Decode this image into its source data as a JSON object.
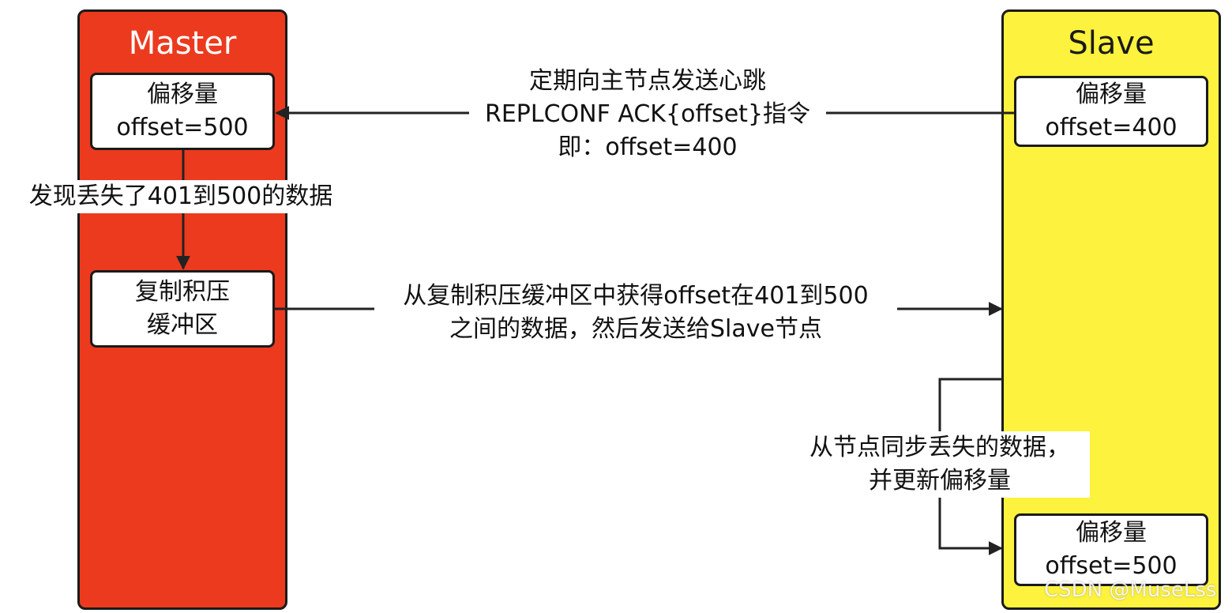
{
  "master": {
    "title": "Master",
    "offset_box": {
      "line1": "偏移量",
      "line2": "offset=500"
    },
    "backlog_box": {
      "line1": "复制积压",
      "line2": "缓冲区"
    }
  },
  "slave": {
    "title": "Slave",
    "offset_box_top": {
      "line1": "偏移量",
      "line2": "offset=400"
    },
    "offset_box_bottom": {
      "line1": "偏移量",
      "line2": "offset=500"
    }
  },
  "labels": {
    "heartbeat": {
      "line1": "定期向主节点发送心跳",
      "line2": "REPLCONF ACK{offset}指令",
      "line3": "即：offset=400"
    },
    "lost_data": "发现丢失了401到500的数据",
    "send_data": {
      "line1": "从复制积压缓冲区中获得offset在401到500",
      "line2": "之间的数据，然后发送给Slave节点"
    },
    "sync": {
      "line1": "从节点同步丢失的数据，",
      "line2": "并更新偏移量"
    }
  },
  "watermark": "CSDN @MuseLss",
  "colors": {
    "master_fill": "#ec3a1e",
    "slave_fill": "#fdf23d",
    "border": "#1a1a1a",
    "arrow": "#222222"
  }
}
